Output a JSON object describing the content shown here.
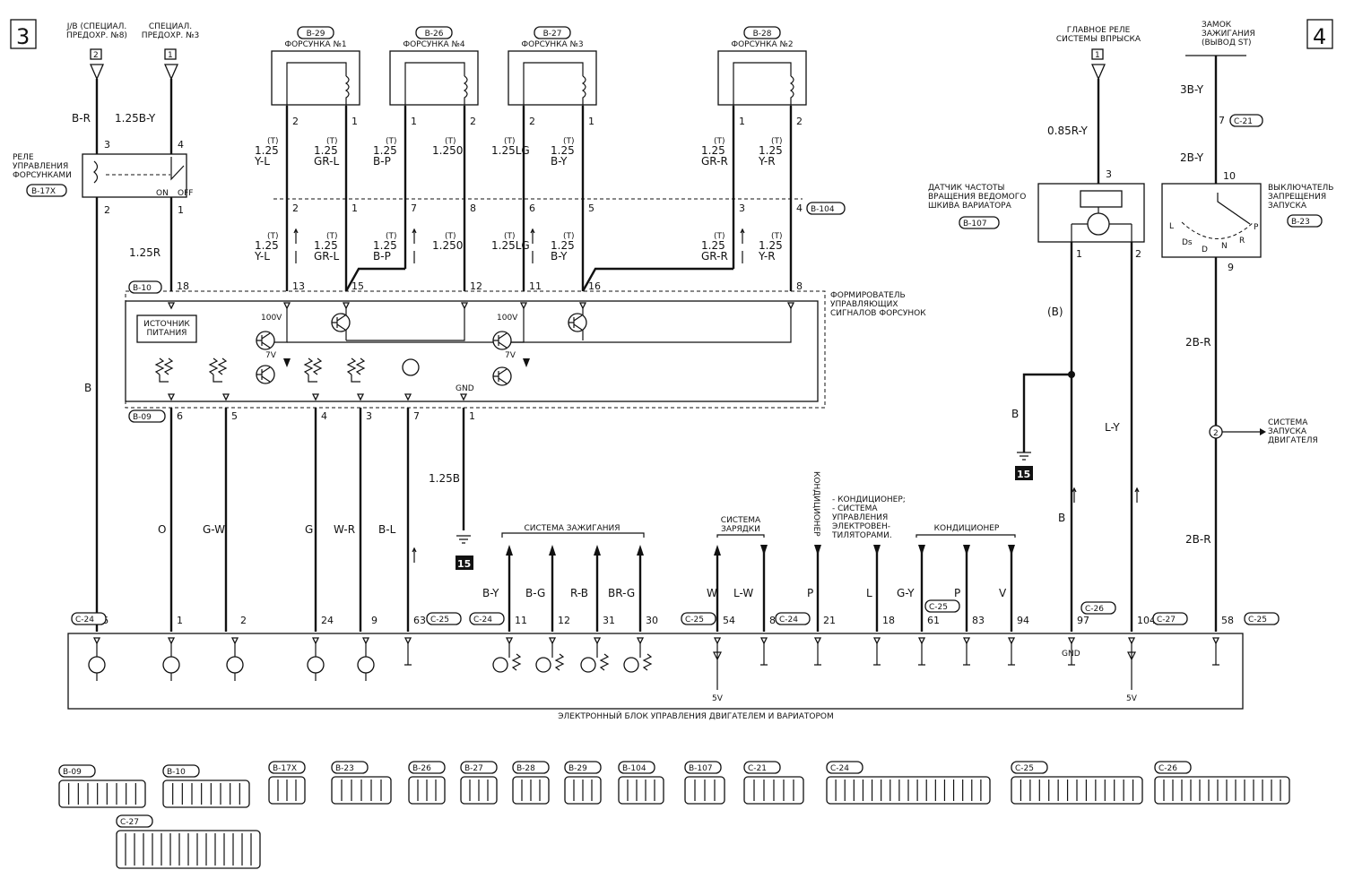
{
  "page_markers": {
    "left": "3",
    "right": "4"
  },
  "top_sources": [
    {
      "id": "jb",
      "label": "J/B (СПЕЦИАЛ.\nПРЕДОХР. №8)",
      "pin": "2"
    },
    {
      "id": "spec3",
      "label": "СПЕЦИАЛ.\nПРЕДОХР. №3",
      "pin": "1"
    },
    {
      "id": "main_relay",
      "label": "ГЛАВНОЕ РЕЛЕ\nСИСТЕМЫ ВПРЫСКА",
      "pin": "1"
    },
    {
      "id": "ign_lock",
      "label": "ЗАМОК\nЗАЖИГАНИЯ\n(ВЫВОД ST)"
    }
  ],
  "injectors": [
    {
      "conn": "B-29",
      "label": "ФОРСУНКА №1",
      "pins": [
        "2",
        "1"
      ]
    },
    {
      "conn": "B-26",
      "label": "ФОРСУНКА №4",
      "pins": [
        "1",
        "2"
      ]
    },
    {
      "conn": "B-27",
      "label": "ФОРСУНКА №3",
      "pins": [
        "2",
        "1"
      ]
    },
    {
      "conn": "B-28",
      "label": "ФОРСУНКА №2",
      "pins": [
        "1",
        "2"
      ]
    }
  ],
  "relay": {
    "label": "РЕЛЕ\nУПРАВЛЕНИЯ\nФОРСУНКАМИ",
    "conn": "B-17X",
    "pins_top": [
      "3",
      "4"
    ],
    "pins_bottom": [
      "2",
      "1"
    ],
    "switch": [
      "ON",
      "OFF"
    ]
  },
  "wire_labels": {
    "br": "B-R",
    "b125y": "1.25B-Y",
    "r125": "1.25R",
    "b": "B",
    "t": "(T)",
    "y_l": "1.25\nY-L",
    "gr_l": "1.25\nGR-L",
    "b_p": "1.25\nB-P",
    "o250": "1.250",
    "lg": "1.25LG",
    "b_y": "1.25\nB-Y",
    "gr_r": "1.25\nGR-R",
    "y_r": "1.25\nY-R",
    "o": "O",
    "g_w": "G-W",
    "g": "G",
    "w_r": "W-R",
    "b_l": "B-L",
    "b125": "1.25B",
    "by": "B-Y",
    "bg": "B-G",
    "rb": "R-B",
    "brg": "BR-G",
    "w": "W",
    "lw": "L-W",
    "p": "P",
    "l": "L",
    "gy": "G-Y",
    "v": "V",
    "r085y": "0.85R-Y",
    "b_paren": "(B)",
    "ly": "L-Y",
    "b3y": "3B-Y",
    "b2y": "2B-Y",
    "b2r": "2B-R"
  },
  "connectors_mid": {
    "b104": "B-104",
    "b10": "B-10",
    "b09": "B-09",
    "c21": "C-21",
    "c24": "C-24",
    "c25": "C-25",
    "c26": "C-26",
    "c27": "C-27"
  },
  "injector_driver": {
    "label": "ФОРМИРОВАТЕЛЬ\nУПРАВЛЯЮЩИХ\nСИГНАЛОВ ФОРСУНОК",
    "power": "ИСТОЧНИК\nПИТАНИЯ",
    "v100": "100V",
    "v7": "7V",
    "gnd": "GND"
  },
  "b10_pins": [
    "18",
    "13",
    "15",
    "12",
    "11",
    "16",
    "8"
  ],
  "b104_pins": [
    "2",
    "1",
    "7",
    "8",
    "6",
    "5",
    "3",
    "4"
  ],
  "b09_pins": [
    "6",
    "5",
    "4",
    "3",
    "7",
    "1"
  ],
  "ecu_pins": [
    "6",
    "1",
    "2",
    "24",
    "9",
    "63",
    "11",
    "12",
    "31",
    "30",
    "54",
    "8",
    "21",
    "18",
    "61",
    "83",
    "94",
    "97",
    "104",
    "58"
  ],
  "ecu_label": "ЭЛЕКТРОННЫЙ БЛОК УПРАВЛЕНИЯ ДВИГАТЕЛЕМ И ВАРИАТОРОМ",
  "groups": {
    "ignition": "СИСТЕМА ЗАЖИГАНИЯ",
    "charging": "СИСТЕМА\nЗАРЯДКИ",
    "ac_vert": "КОНДИЦИОНЕР",
    "ac_fans": "- КОНДИЦИОНЕР;\n- СИСТЕМА\nУПРАВЛЕНИЯ\nЭЛЕКТРОВЕН-\nТИЛЯТОРАМИ.",
    "ac": "КОНДИЦИОНЕР",
    "engine_start": "СИСТЕМА\nЗАПУСКА\nДВИГАТЕЛЯ"
  },
  "sensor": {
    "label": "ДАТЧИК ЧАСТОТЫ\nВРАЩЕНИЯ ВЕДОМОГО\nШКИВА ВАРИАТОРА",
    "conn": "B-107",
    "pins": [
      "3",
      "1",
      "2"
    ]
  },
  "inhibitor": {
    "label": "ВЫКЛЮЧАТЕЛЬ\nЗАПРЕЩЕНИЯ\nЗАПУСКА",
    "conn": "B-23",
    "pins": [
      "10",
      "9"
    ],
    "positions": [
      "L",
      "P",
      "Ds",
      "R",
      "D",
      "N"
    ],
    "c21_pin": "7"
  },
  "ground_ref": "15",
  "gnd_label": "GND",
  "v5": "5V",
  "circle2": "2",
  "legend": [
    "B-09",
    "B-10",
    "B-17X",
    "B-23",
    "B-26",
    "B-27",
    "B-28",
    "B-29",
    "B-104",
    "B-107",
    "C-21",
    "C-24",
    "C-25",
    "C-26",
    "C-27"
  ]
}
